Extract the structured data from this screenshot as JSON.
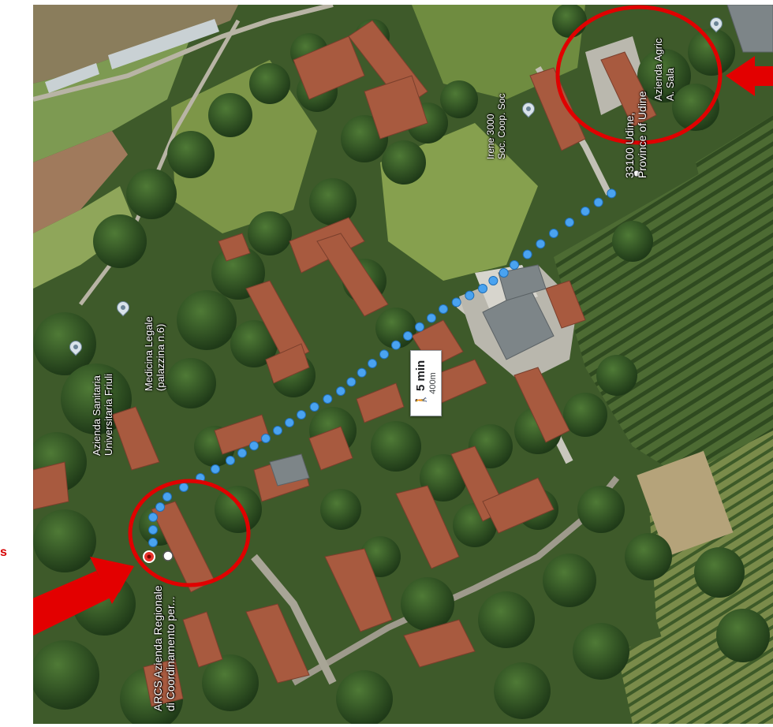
{
  "map": {
    "labels": {
      "azienda_sanitaria": [
        "Azienda Sanitaria",
        "Universitaria Friuli"
      ],
      "medicina_legale": [
        "Medicina Legale",
        "(palazzina n.6)"
      ],
      "irene": [
        "Irene 3000",
        "Soc. Coop. Soc"
      ],
      "udine": [
        "33100 Udine,",
        "Province of Udine"
      ],
      "azienda_top": [
        "Azienda Agric",
        "A. Sala"
      ],
      "arcs": [
        "ARCS Azienda Regionale",
        "di Coordinamento per..."
      ]
    },
    "walk": {
      "icon": "pedestrian-icon",
      "time": "5 min",
      "distance": "400m"
    },
    "edge_text": "s"
  },
  "colors": {
    "route": "#4aa3f0",
    "highlight": "#e00000",
    "origin_pin": "#e8332a"
  }
}
